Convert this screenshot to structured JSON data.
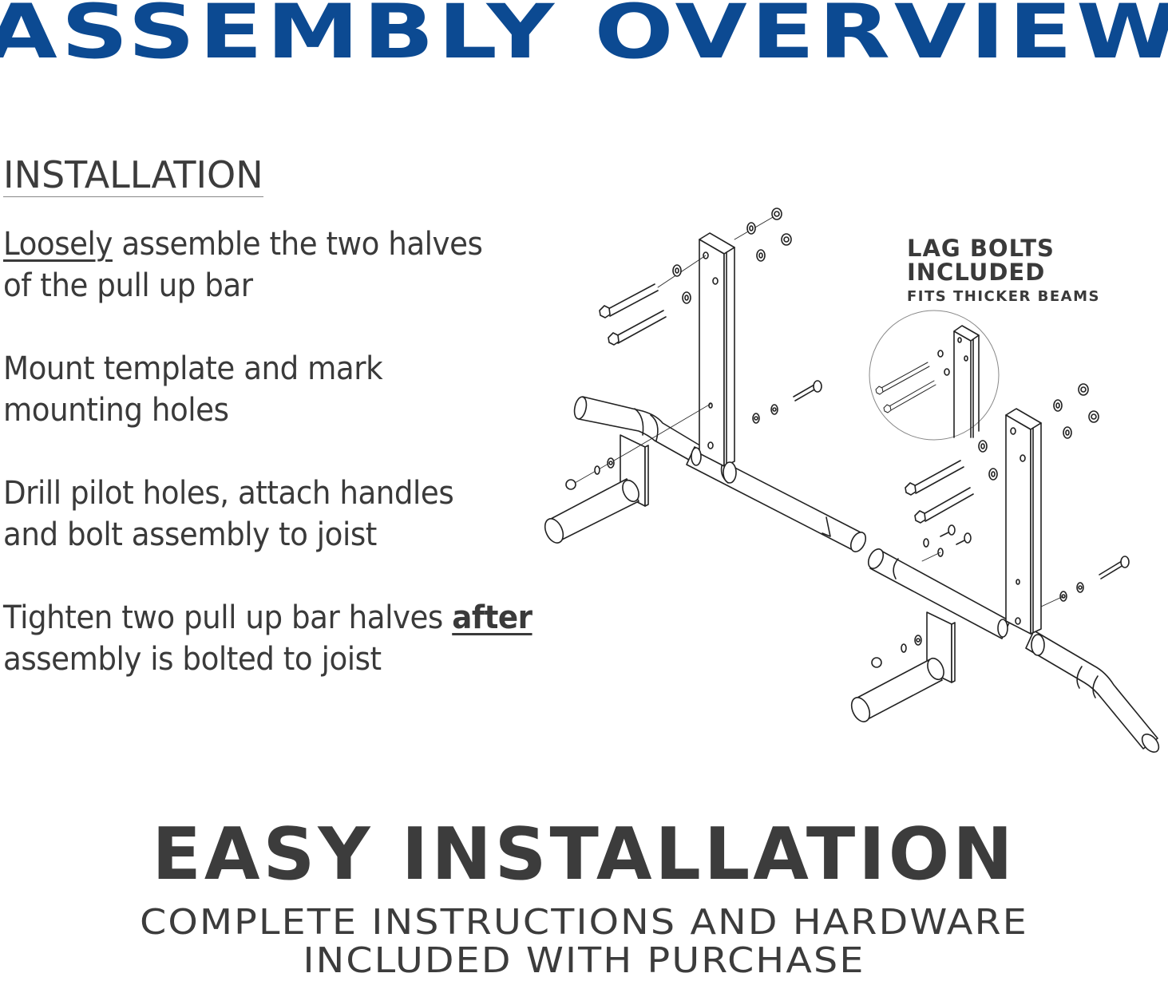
{
  "header": {
    "title": "ASSEMBLY OVERVIEW",
    "title_color": "#0c4a92"
  },
  "installation": {
    "heading": "INSTALLATION",
    "steps": [
      {
        "emphasis": "Loosely",
        "line1_rest": " assemble the two halves",
        "line2": "of the pull up bar"
      },
      {
        "line1": "Mount template and mark",
        "line2": "mounting holes"
      },
      {
        "line1": "Drill pilot holes, attach handles",
        "line2": "and bolt assembly to joist"
      },
      {
        "line1_start": "Tighten two pull up bar halves ",
        "emphasis": "after",
        "line2": "assembly is bolted to joist"
      }
    ]
  },
  "callout": {
    "line1": "LAG BOLTS",
    "line2": "INCLUDED",
    "line3": "FITS THICKER BEAMS"
  },
  "diagram": {
    "description": "Exploded isometric view of pull up bar halves with bolts, washers, nuts and mounting brackets"
  },
  "footer": {
    "title": "EASY INSTALLATION",
    "subtitle_line1": "COMPLETE INSTRUCTIONS AND HARDWARE",
    "subtitle_line2": "INCLUDED WITH PURCHASE"
  },
  "colors": {
    "text_dark": "#3c3c3c",
    "accent_blue": "#0c4a92",
    "background": "#ffffff"
  }
}
